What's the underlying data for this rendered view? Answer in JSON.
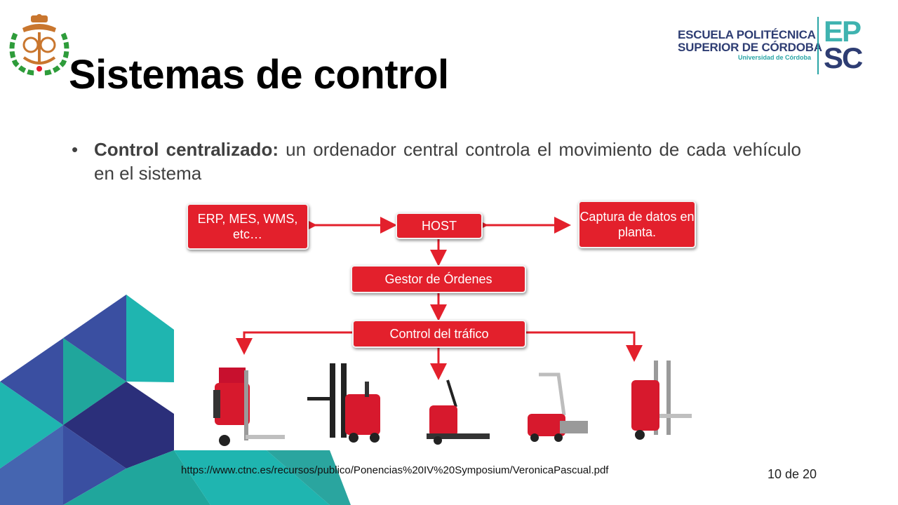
{
  "slide": {
    "title": "Sistemas de control",
    "bullet": {
      "bold": "Control centralizado:",
      "text": " un ordenador central controla el movimiento de cada vehículo en el sistema"
    },
    "source": "https://www.ctnc.es/recursos/publico/Ponencias%20IV%20Symposium/VeronicaPascual.pdf",
    "page": "10 de 20"
  },
  "logo": {
    "line1": "ESCUELA POLITÉCNICA",
    "line2": "SUPERIOR DE CÓRDOBA",
    "line3": "Universidad de Córdoba",
    "mark_top": "EP",
    "mark_bottom": "SC"
  },
  "diagram": {
    "erp": "ERP, MES, WMS, etc…",
    "host": "HOST",
    "captura": "Captura de datos en planta.",
    "gestor": "Gestor de Órdenes",
    "trafico": "Control del tráfico"
  },
  "colors": {
    "accent": "#e3202c",
    "brand_navy": "#2e3d73",
    "brand_teal": "#2aa5a6",
    "deco": [
      "#3a4fa1",
      "#2b2f7a",
      "#1fb5b0",
      "#20a69c",
      "#4565b0"
    ]
  }
}
